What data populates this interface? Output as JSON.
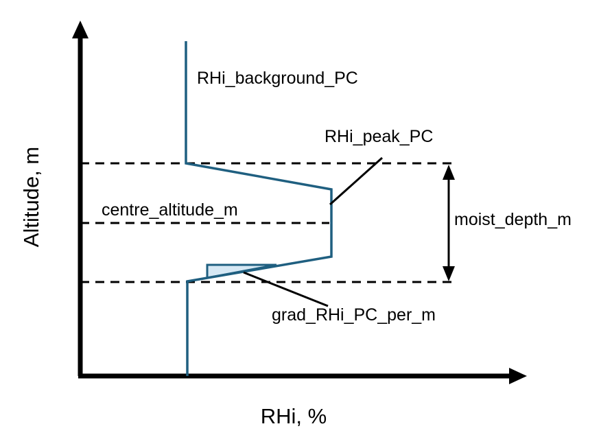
{
  "diagram": {
    "x_axis_label": "RHi, %",
    "y_axis_label": "Altitude, m",
    "labels": {
      "background": "RHi_background_PC",
      "peak": "RHi_peak_PC",
      "centre": "centre_altitude_m",
      "depth": "moist_depth_m",
      "gradient": "grad_RHi_PC_per_m"
    },
    "colors": {
      "profile": "#1f5f80",
      "gradient_fill": "#d6e8f4",
      "axes": "#000000",
      "dashes": "#000000"
    }
  }
}
